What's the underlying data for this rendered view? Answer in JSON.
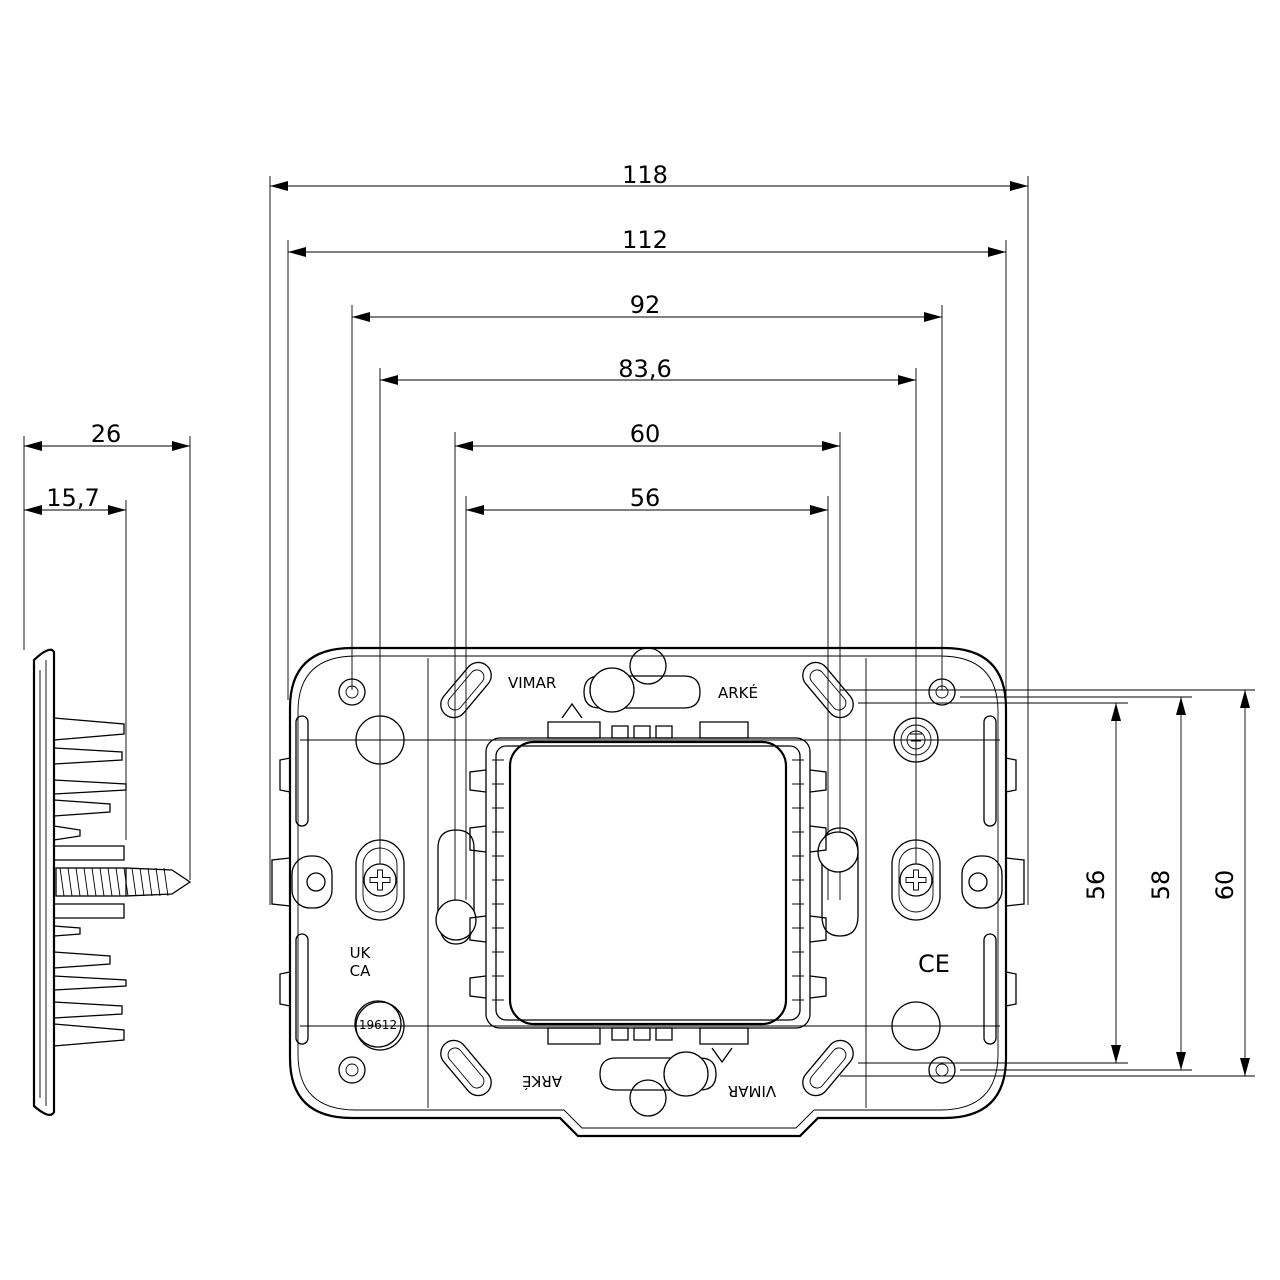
{
  "dimensions": {
    "width_overall": "118",
    "width_plate": "112",
    "width_outer_fixing": "92",
    "width_screw_centres": "83,6",
    "width_opening_outer": "60",
    "width_opening_inner": "56",
    "height_56": "56",
    "height_58": "58",
    "height_60": "60",
    "depth_total": "26",
    "depth_frame": "15,7"
  },
  "markings": {
    "brand_top": "VIMAR",
    "series_top": "ARKÉ",
    "brand_bottom": "VIMAR",
    "series_bottom": "ARKÉ",
    "ukca_top": "UK",
    "ukca_bottom": "CA",
    "ce": "CE",
    "part_number": "19612"
  }
}
